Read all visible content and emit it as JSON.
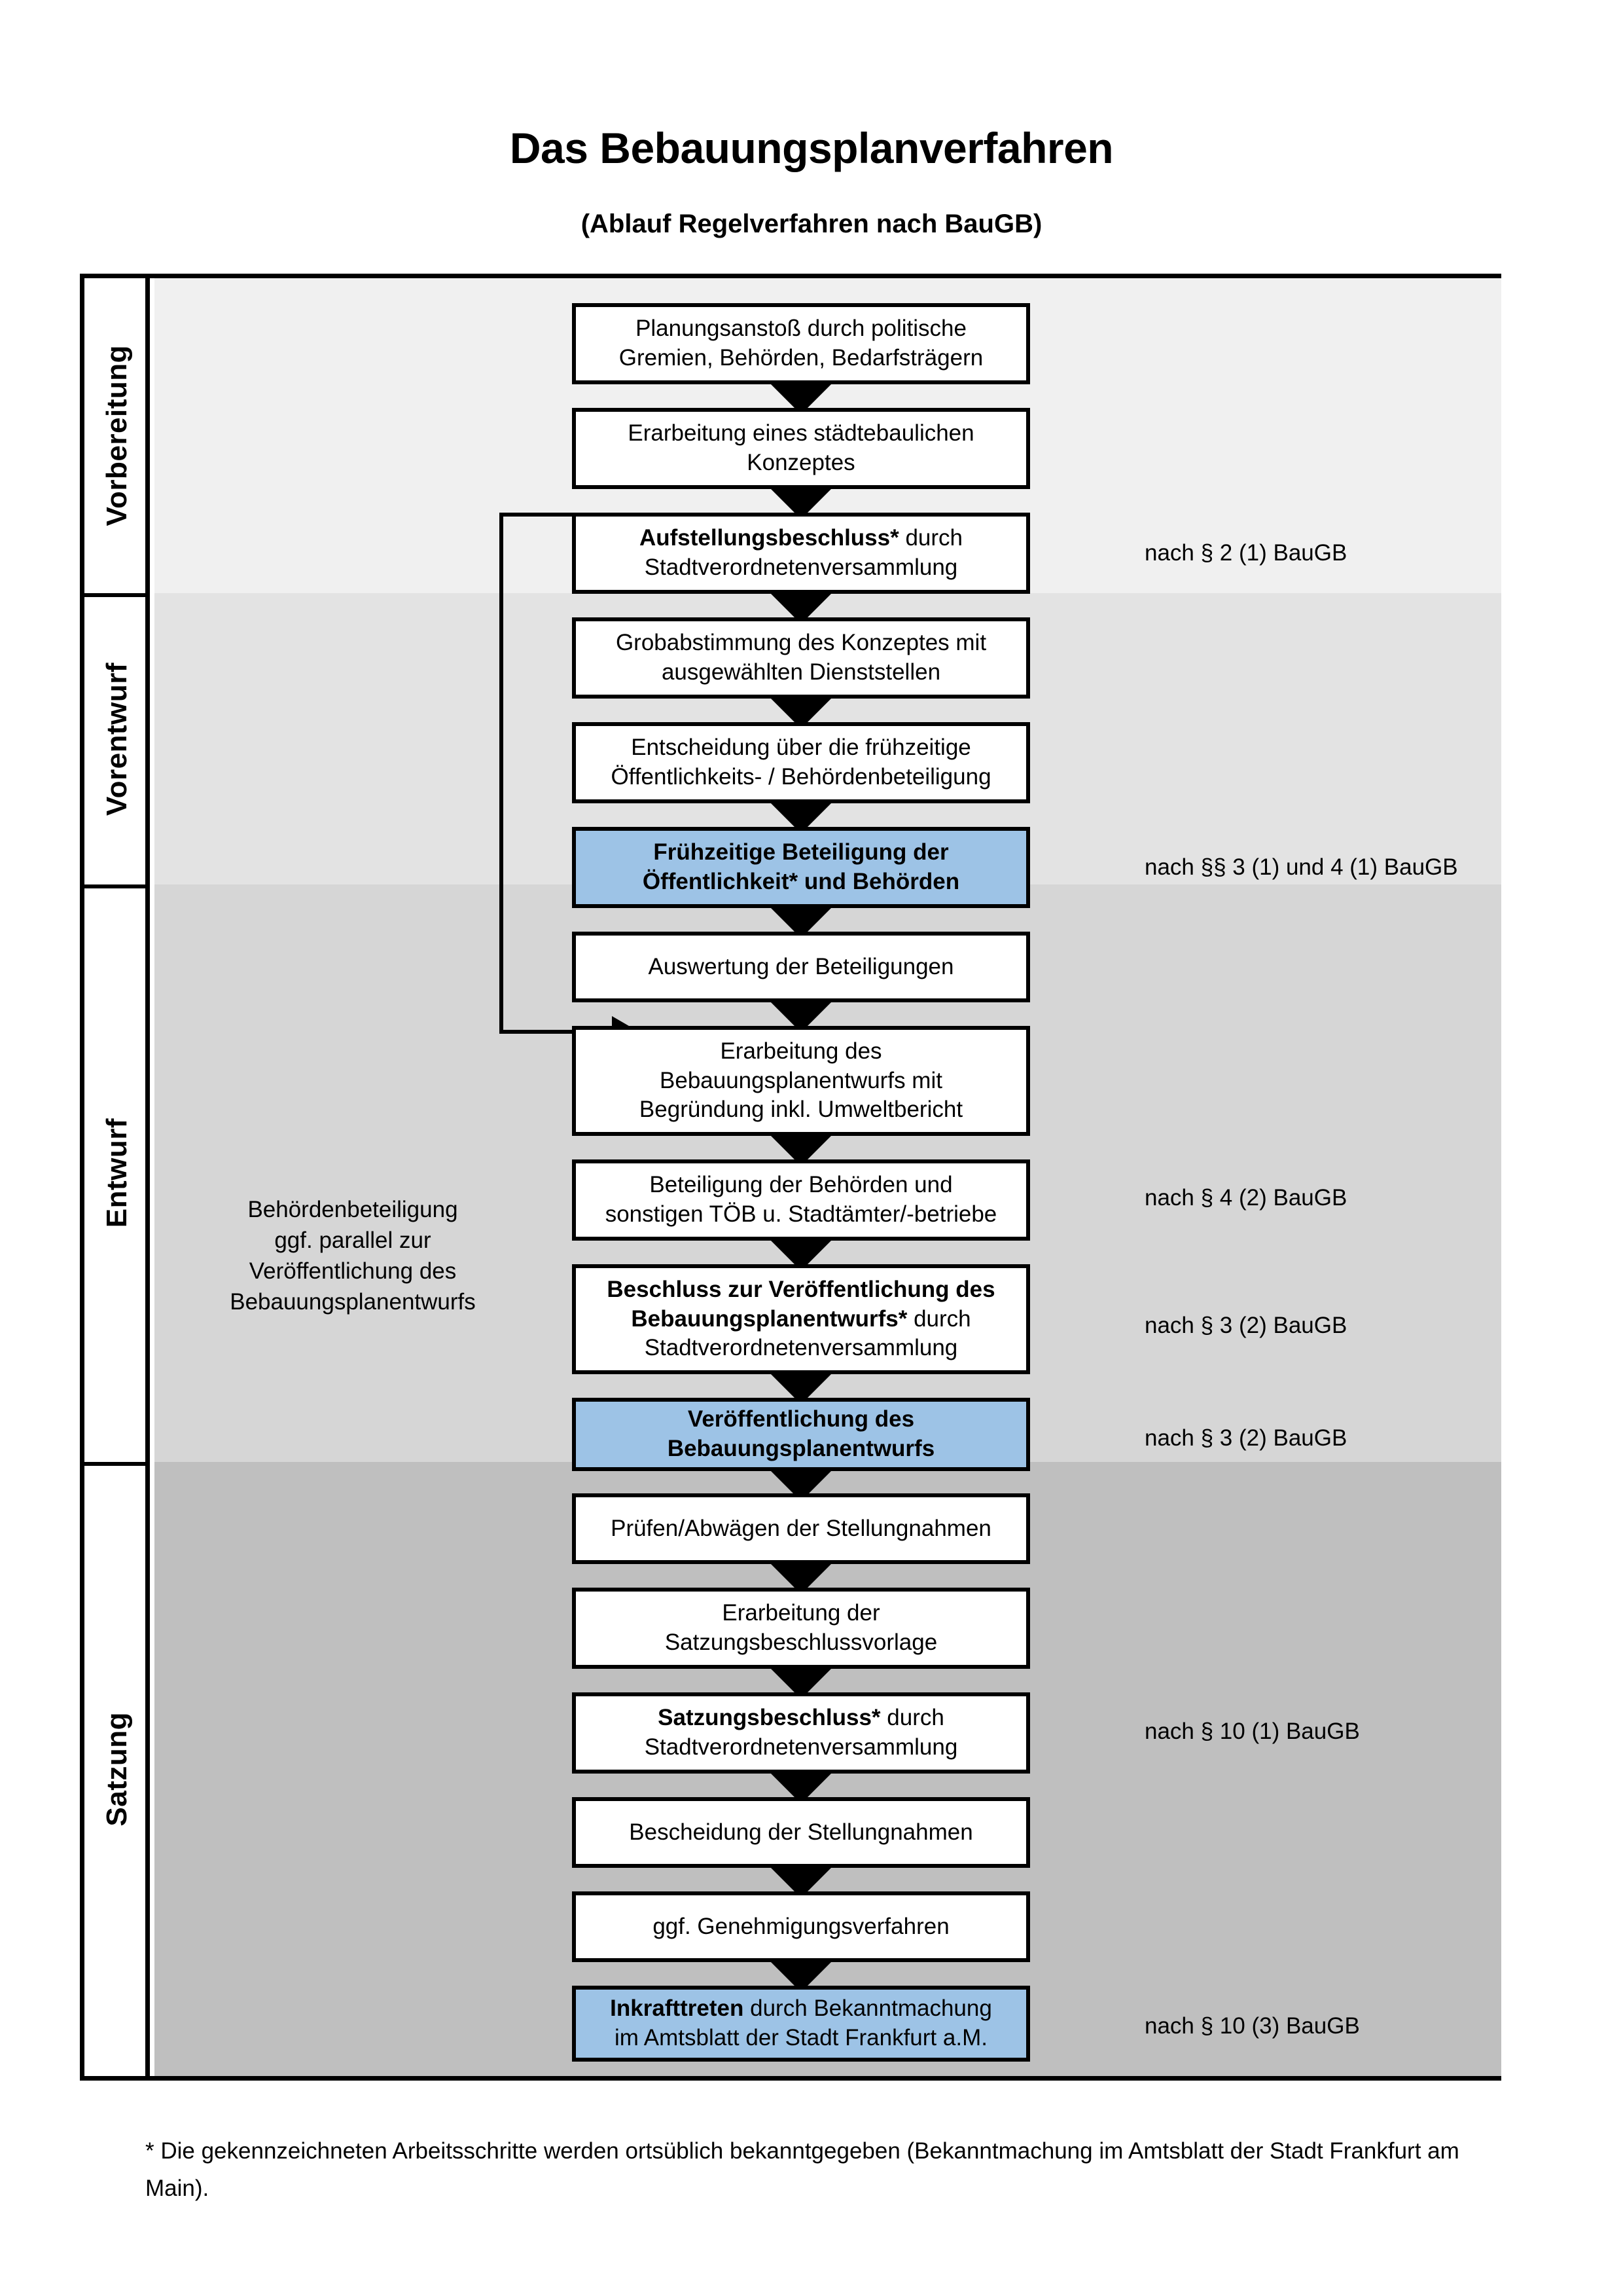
{
  "title": "Das Bebauungsplanverfahren",
  "subtitle": "(Ablauf Regelverfahren nach BauGB)",
  "phases": [
    {
      "label": "Vorbereitung"
    },
    {
      "label": "Vorentwurf"
    },
    {
      "label": "Entwurf"
    },
    {
      "label": "Satzung"
    }
  ],
  "steps": [
    {
      "id": "planungsanstoss",
      "line1": "Planungsanstoß durch politische",
      "line2": "Gremien, Behörden, Bedarfsträgern",
      "bold": "",
      "highlight": false
    },
    {
      "id": "konzept",
      "line1": "Erarbeitung eines städtebaulichen",
      "line2": "Konzeptes",
      "bold": "",
      "highlight": false
    },
    {
      "id": "aufstellungsbeschluss",
      "bold": "Aufstellungsbeschluss*",
      "line1": " durch",
      "line2": "Stadtverordnetenversammlung",
      "highlight": false
    },
    {
      "id": "grobabstimmung",
      "line1": "Grobabstimmung des Konzeptes mit",
      "line2": "ausgewählten Dienststellen",
      "bold": "",
      "highlight": false
    },
    {
      "id": "entscheidung",
      "line1": "Entscheidung über die frühzeitige",
      "line2": "Öffentlichkeits- / Behördenbeteiligung",
      "bold": "",
      "highlight": false
    },
    {
      "id": "fruehzeitige-beteiligung",
      "bold": "Frühzeitige Beteiligung der",
      "line2": "Öffentlichkeit* und Behörden",
      "line1": "",
      "highlight": true
    },
    {
      "id": "auswertung",
      "line1": "Auswertung der Beteiligungen",
      "line2": "",
      "bold": "",
      "highlight": false
    },
    {
      "id": "erarbeitung-entwurf",
      "line1": "Erarbeitung des",
      "line2": "Bebauungsplanentwurfs mit",
      "line3": "Begründung inkl. Umweltbericht",
      "bold": "",
      "highlight": false
    },
    {
      "id": "beteiligung-behoerden",
      "line1": "Beteiligung der Behörden und",
      "line2": "sonstigen TÖB u. Stadtämter/-betriebe",
      "bold": "",
      "highlight": false
    },
    {
      "id": "beschluss-veroeffentlichung",
      "bold": "Beschluss zur Veröffentlichung des",
      "bold2": "Bebauungsplanentwurfs*",
      "line2": " durch",
      "line3": "Stadtverordnetenversammlung",
      "highlight": false
    },
    {
      "id": "veroeffentlichung",
      "bold": "Veröffentlichung des",
      "line2": "Bebauungsplanentwurfs",
      "line1": "",
      "highlight": true
    },
    {
      "id": "pruefen-abwaegen",
      "line1": "Prüfen/Abwägen der Stellungnahmen",
      "line2": "",
      "bold": "",
      "highlight": false
    },
    {
      "id": "satzungsbeschlussvorlage",
      "line1": "Erarbeitung der",
      "line2": "Satzungsbeschlussvorlage",
      "bold": "",
      "highlight": false
    },
    {
      "id": "satzungsbeschluss",
      "bold": "Satzungsbeschluss*",
      "line1": " durch",
      "line2": "Stadtverordnetenversammlung",
      "highlight": false
    },
    {
      "id": "bescheidung",
      "line1": "Bescheidung der Stellungnahmen",
      "line2": "",
      "bold": "",
      "highlight": false
    },
    {
      "id": "genehmigungsverfahren",
      "line1": "ggf. Genehmigungsverfahren",
      "line2": "",
      "bold": "",
      "highlight": false
    },
    {
      "id": "inkrafttreten",
      "bold": "Inkrafttreten",
      "line1": " durch Bekanntmachung",
      "line2": "im Amtsblatt der Stadt Frankfurt a.M.",
      "highlight": true
    }
  ],
  "legal_notes": [
    {
      "id": "note-2-1",
      "text": "nach § 2 (1) BauGB"
    },
    {
      "id": "note-3-1-4-1",
      "text": "nach §§ 3 (1) und 4 (1) BauGB"
    },
    {
      "id": "note-4-2",
      "text": "nach § 4 (2) BauGB"
    },
    {
      "id": "note-3-2-a",
      "text": "nach § 3 (2) BauGB"
    },
    {
      "id": "note-3-2-b",
      "text": "nach § 3 (2) BauGB"
    },
    {
      "id": "note-10-1",
      "text": "nach § 10 (1) BauGB"
    },
    {
      "id": "note-10-3",
      "text": "nach § 10 (3) BauGB"
    }
  ],
  "side_note": {
    "line1": "Behördenbeteiligung",
    "line2": "ggf. parallel zur",
    "line3": "Veröffentlichung des",
    "line4": "Bebauungsplanentwurfs"
  },
  "footnote": "* Die gekennzeichneten Arbeitsschritte werden ortsüblich bekanntgegeben (Bekanntmachung im Amtsblatt  der Stadt Frankfurt am Main).",
  "colors": {
    "highlight_box": "#9dc3e6",
    "band_1": "#f0f0f0",
    "band_2": "#e3e3e3",
    "band_3": "#d6d6d6",
    "band_4": "#bfbfbf",
    "border": "#000000"
  }
}
